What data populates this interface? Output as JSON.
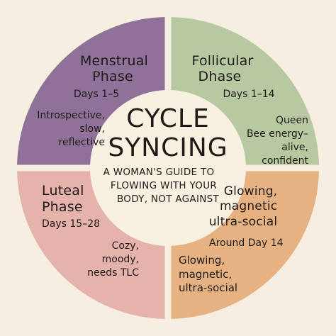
{
  "colors": {
    "background": "#f6efe1",
    "menstrual": "#8f7199",
    "follicular": "#b8c9a2",
    "luteal": "#e6b2ac",
    "ovulatory": "#e7b282",
    "center": "#f8f1e2",
    "divider": "#f6efe1",
    "text": "#1f1a17"
  },
  "center": {
    "title_line1": "CYCLE",
    "title_line2": "SYNCING",
    "subtitle_line1": "A WOMAN'S GUIDE TO",
    "subtitle_line2": "FLOWING WITH YOUR",
    "subtitle_line3": "BODY, NOT AGAINST"
  },
  "quadrants": {
    "menstrual": {
      "heading_line1": "Menstrual",
      "heading_line2": "Phase",
      "days": "Days 1–5",
      "description": "Introspective,\nslow,\nreflective"
    },
    "follicular": {
      "heading_line1": "Follicular",
      "heading_line2": "Dhase",
      "days": "Days 1–14",
      "description": "Queen\nBee energy–\nalive,\nconfident"
    },
    "luteal": {
      "heading_line1": "Luteal",
      "heading_line2": "Phase",
      "days": "Days 15–28",
      "description": "Cozy,\nmoody,\nneeds TLC"
    },
    "ovulatory": {
      "heading": "Glowing,\nmagnetic\nultra-social",
      "days": "Around Day 14",
      "description": "Glowing,\nmagnetic,\nultra-social"
    }
  }
}
